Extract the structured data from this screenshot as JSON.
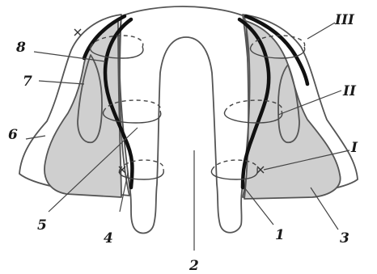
{
  "labels": {
    "roman_1": "I",
    "roman_2": "II",
    "roman_3": "III",
    "n1": "1",
    "n2": "2",
    "n3": "3",
    "n4": "4",
    "n5": "5",
    "n6": "6",
    "n7": "7",
    "n8": "8"
  },
  "colors": {
    "shading": "#cfcfcf",
    "outline": "#555555",
    "thick_line": "#111111"
  }
}
